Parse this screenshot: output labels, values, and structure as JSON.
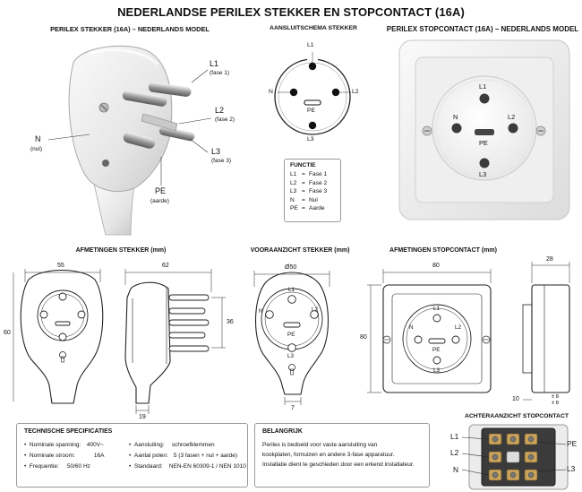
{
  "page_title": "NEDERLANDSE PERILEX STEKKER EN STOPCONTACT (16A)",
  "sections": {
    "plug_model": "PERILEX STEKKER (16A) – NEDERLANDS MODEL",
    "wiring": "AANSLUITSCHEMA STEKKER",
    "socket_model": "PERILEX STOPCONTACT (16A) – NEDERLANDS MODEL",
    "plug_dims": "AFMETINGEN STEKKER (mm)",
    "front_view": "VOORAANZICHT STEKKER (mm)",
    "socket_dims": "AFMETINGEN STOPCONTACT (mm)",
    "rear_view": "ACHTERAANZICHT STOPCONTACT"
  },
  "plug_labels": {
    "l1": "L1",
    "l1_sub": "(fase 1)",
    "l2": "L2",
    "l2_sub": "(fase 2)",
    "l3": "L3",
    "l3_sub": "(fase 3)",
    "n": "N",
    "n_sub": "(nul)",
    "pe": "PE",
    "pe_sub": "(aarde)"
  },
  "pins": {
    "l1": "L1",
    "l2": "L2",
    "l3": "L3",
    "n": "N",
    "pe": "PE"
  },
  "function_box": {
    "title": "FUNCTIE",
    "rows": [
      {
        "code": "L1",
        "sep": "=",
        "text": "Fase 1"
      },
      {
        "code": "L2",
        "sep": "=",
        "text": "Fase 2"
      },
      {
        "code": "L3",
        "sep": "=",
        "text": "Fase 3"
      },
      {
        "code": "N",
        "sep": "=",
        "text": "Nul"
      },
      {
        "code": "PE",
        "sep": "=",
        "text": "Aarde"
      }
    ]
  },
  "dimensions": {
    "plug_width": "55",
    "plug_height": "60",
    "side_length": "62",
    "pin_depth": "36",
    "side_bottom": "19",
    "front_diameter": "Ø50",
    "front_bottom": "7",
    "socket_width": "80",
    "socket_height": "80",
    "socket_depth": "28",
    "socket_base": "10",
    "socket_tol": "± 8",
    "socket_tol2": "± 8"
  },
  "specs": {
    "title": "TECHNISCHE SPECIFICATIES",
    "rows": [
      {
        "label": "Nominale spanning:",
        "value": "400V~"
      },
      {
        "label": "Nominale stroom:",
        "value": "16A"
      },
      {
        "label": "Frequentie:",
        "value": "50/60 Hz"
      }
    ],
    "rows2": [
      {
        "label": "Aansluiting:",
        "value": "schroefklemmen"
      },
      {
        "label": "Aantal polen:",
        "value": "5 (3 fasen + nul + aarde)"
      },
      {
        "label": "Standaard:",
        "value": "NEN-EN 60309-1 / NEN 1010"
      }
    ]
  },
  "note": {
    "title": "BELANGRIJK",
    "line1": "Perilex is bedoeld voor vaste aansluiting van",
    "line2": "kookplaten, fornuizen en andere 3-fase apparatuur.",
    "line3": "Installatie dient te geschieden door een erkend installateur."
  },
  "rear_labels": {
    "l1": "L1",
    "l2": "L2",
    "n": "N",
    "pe": "PE",
    "l3": "L3"
  }
}
